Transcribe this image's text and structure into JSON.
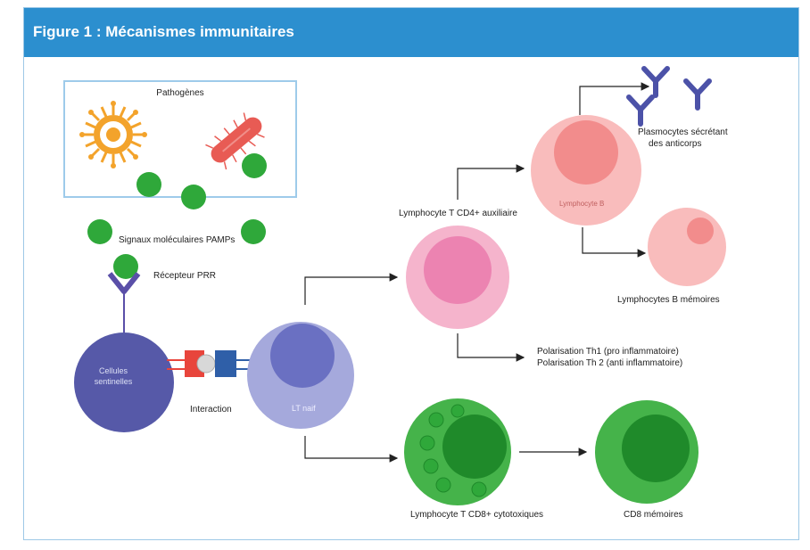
{
  "figure": {
    "title": "Figure 1 : Mécanismes immunitaires"
  },
  "labels": {
    "pathogens": "Pathogènes",
    "pamps": "Signaux moléculaires PAMPs",
    "prr": "Récepteur PRR",
    "sentinel_line1": "Cellules",
    "sentinel_line2": "sentinelles",
    "interaction": "Interaction",
    "lt_naif": "LT naif",
    "cd4": "Lymphocyte T CD4+ auxiliaire",
    "lymphocyte_b": "Lymphocyte B",
    "plasmocytes_line1": "Plasmocytes sécrétant",
    "plasmocytes_line2": "des anticorps",
    "b_memoires": "Lymphocytes B  mémoires",
    "th1": "Polarisation Th1 (pro inflammatoire)",
    "th2": "Polarisation Th 2 (anti inflammatoire)",
    "cd8": "Lymphocyte T CD8+ cytotoxiques",
    "cd8_memoires": "CD8 mémoires"
  },
  "colors": {
    "header": "#2c8fcf",
    "pamp_green": "#2fa83a",
    "sentinel_blue": "#5659a8",
    "lt_naif_outer": "#a5a9dc",
    "lt_naif_inner": "#6a70c2",
    "cd4_outer": "#f5b4cc",
    "cd4_inner": "#ec83b1",
    "b_outer": "#f9bcbc",
    "b_inner": "#f28c8c",
    "cd8_outer": "#45b34a",
    "cd8_inner": "#1f8a2a",
    "antibody": "#4c52a8",
    "virus_orange": "#f3a32b",
    "bacteria_red": "#e85b54",
    "mhc_red": "#e8453c",
    "tcr_blue": "#2f5fa8"
  },
  "icons": [
    "virus-icon",
    "bacteria-icon",
    "antibody-icon",
    "receptor-icon"
  ]
}
